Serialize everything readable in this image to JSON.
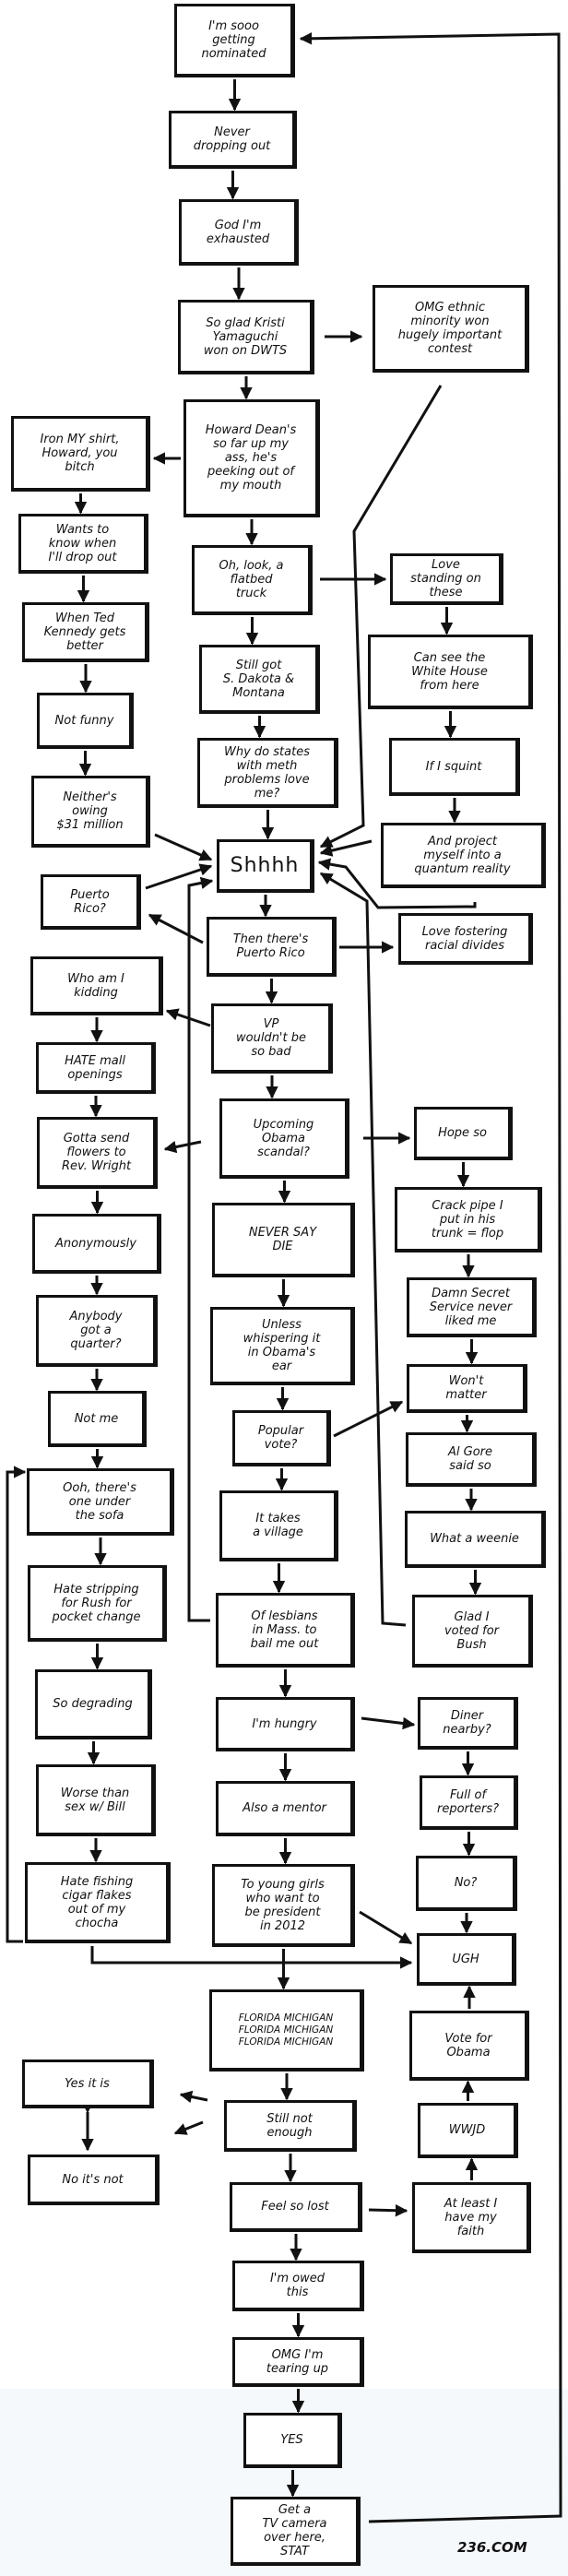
{
  "nodes": [
    {
      "id": "B1",
      "text": "I'm sooo\ngetting\nnominated"
    },
    {
      "id": "B2",
      "text": "Never\ndropping out"
    },
    {
      "id": "B3",
      "text": "God I'm\nexhausted"
    },
    {
      "id": "B4",
      "text": "So glad Kristi\nYamaguchi\nwon on DWTS"
    },
    {
      "id": "B5",
      "text": "OMG ethnic\nminority won\nhugely important\ncontest"
    },
    {
      "id": "B6",
      "text": "Howard Dean's\nso far up my\nass, he's\npeeking out of\nmy mouth"
    },
    {
      "id": "B7",
      "text": "Iron MY shirt,\nHoward, you\nbitch"
    },
    {
      "id": "B8",
      "text": "Wants to\nknow when\nI'll drop out"
    },
    {
      "id": "B9",
      "text": "Oh, look, a\nflatbed\ntruck"
    },
    {
      "id": "B10",
      "text": "Love\nstanding on\nthese"
    },
    {
      "id": "B11",
      "text": "When Ted\nKennedy gets\nbetter"
    },
    {
      "id": "B12",
      "text": "Can see the\nWhite House\nfrom here"
    },
    {
      "id": "B13",
      "text": "Still got\nS. Dakota &\nMontana"
    },
    {
      "id": "B14",
      "text": "Not funny"
    },
    {
      "id": "B15",
      "text": "Why do states\nwith meth\nproblems love\nme?"
    },
    {
      "id": "B16",
      "text": "If I squint"
    },
    {
      "id": "B17",
      "text": "Neither's\nowing\n$31 million"
    },
    {
      "id": "B18",
      "text": "And project\nmyself into a\nquantum reality"
    },
    {
      "id": "B19",
      "text": "Shhhh"
    },
    {
      "id": "B20",
      "text": "Puerto\nRico?"
    },
    {
      "id": "B21",
      "text": "Then there's\nPuerto Rico"
    },
    {
      "id": "B22",
      "text": "Love fostering\nracial divides"
    },
    {
      "id": "B23",
      "text": "Who am I\nkidding"
    },
    {
      "id": "B24",
      "text": "VP\nwouldn't be\nso bad"
    },
    {
      "id": "B25",
      "text": "HATE mall\nopenings"
    },
    {
      "id": "B26",
      "text": "Upcoming\nObama\nscandal?"
    },
    {
      "id": "B27",
      "text": "Hope so"
    },
    {
      "id": "B28",
      "text": "Gotta send\nflowers to\nRev. Wright"
    },
    {
      "id": "B29",
      "text": "NEVER SAY\nDIE"
    },
    {
      "id": "B30",
      "text": "Crack pipe I\nput in his\ntrunk = flop"
    },
    {
      "id": "B31",
      "text": "Anonymously"
    },
    {
      "id": "B32",
      "text": "Damn Secret\nService never\nliked me"
    },
    {
      "id": "B33",
      "text": "Anybody\ngot a\nquarter?"
    },
    {
      "id": "B34",
      "text": "Unless\nwhispering it\nin Obama's\near"
    },
    {
      "id": "B35",
      "text": "Won't\nmatter"
    },
    {
      "id": "B36",
      "text": "Not me"
    },
    {
      "id": "B37",
      "text": "Popular\nvote?"
    },
    {
      "id": "B38",
      "text": "Al Gore\nsaid so"
    },
    {
      "id": "B39",
      "text": "Ooh, there's\none under\nthe sofa"
    },
    {
      "id": "B40",
      "text": "It takes\na village"
    },
    {
      "id": "B41",
      "text": "What a weenie"
    },
    {
      "id": "B42",
      "text": "Hate stripping\nfor Rush for\npocket change"
    },
    {
      "id": "B43",
      "text": "Of lesbians\nin Mass. to\nbail me out"
    },
    {
      "id": "B44",
      "text": "Glad I\nvoted for\nBush"
    },
    {
      "id": "B45",
      "text": "So degrading"
    },
    {
      "id": "B46",
      "text": "I'm hungry"
    },
    {
      "id": "B47",
      "text": "Diner\nnearby?"
    },
    {
      "id": "B48",
      "text": "Worse than\nsex w/ Bill"
    },
    {
      "id": "B49",
      "text": "Also a mentor"
    },
    {
      "id": "B50",
      "text": "Full of\nreporters?"
    },
    {
      "id": "B51",
      "text": "Hate fishing\ncigar flakes\nout of my\nchocha"
    },
    {
      "id": "B52",
      "text": "To young girls\nwho want to\nbe president\nin 2012"
    },
    {
      "id": "B53",
      "text": "No?"
    },
    {
      "id": "B54",
      "text": "UGH"
    },
    {
      "id": "B55",
      "text": "FLORIDA MICHIGAN\nFLORIDA MICHIGAN\nFLORIDA MICHIGAN"
    },
    {
      "id": "B56",
      "text": "Vote for\nObama"
    },
    {
      "id": "B57",
      "text": "Yes it is"
    },
    {
      "id": "B58",
      "text": "Still not\nenough"
    },
    {
      "id": "B59",
      "text": "WWJD"
    },
    {
      "id": "B60",
      "text": "No it's not"
    },
    {
      "id": "B61",
      "text": "Feel so lost"
    },
    {
      "id": "B62",
      "text": "At least I\nhave my\nfaith"
    },
    {
      "id": "B63",
      "text": "I'm owed\nthis"
    },
    {
      "id": "B64",
      "text": "OMG I'm\ntearing up"
    },
    {
      "id": "B65",
      "text": "YES"
    },
    {
      "id": "B66",
      "text": "Get a\nTV camera\nover here,\nSTAT"
    }
  ],
  "credit": "236.COM",
  "colors": {
    "ink": "#111111",
    "background": "#ffffff",
    "bottom_tint": "#f5f9fc"
  }
}
